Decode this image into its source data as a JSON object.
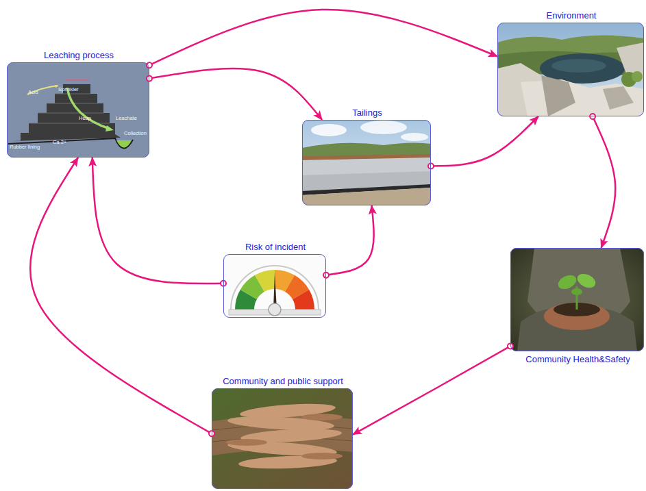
{
  "diagram": {
    "nodes": [
      {
        "text": [
          "Leaching process",
          "Acid",
          "Sprinkler",
          "Heap",
          "Leachate",
          "Collection",
          "Rubber lining",
          "Ca 2+"
        ]
      },
      {
        "text": [
          "Environment"
        ]
      },
      {
        "text": [
          "Tailings"
        ]
      },
      {
        "text": [
          "Risk of incident"
        ]
      },
      {
        "text": [
          "Community Health&Safety"
        ]
      },
      {
        "text": [
          "Community and public support"
        ]
      }
    ],
    "edges": [
      {
        "from": 0,
        "to": 1,
        "arrow": "to"
      },
      {
        "from": 0,
        "to": 2,
        "arrow": "to"
      },
      {
        "from": 2,
        "to": 1,
        "arrow": "to"
      },
      {
        "from": 1,
        "to": 4,
        "arrow": "to"
      },
      {
        "from": 4,
        "to": 5,
        "arrow": "to"
      },
      {
        "from": 5,
        "to": 0,
        "arrow": "to"
      },
      {
        "from": 3,
        "to": 0,
        "arrow": "to"
      },
      {
        "from": 3,
        "to": 2,
        "arrow": "to"
      }
    ]
  }
}
